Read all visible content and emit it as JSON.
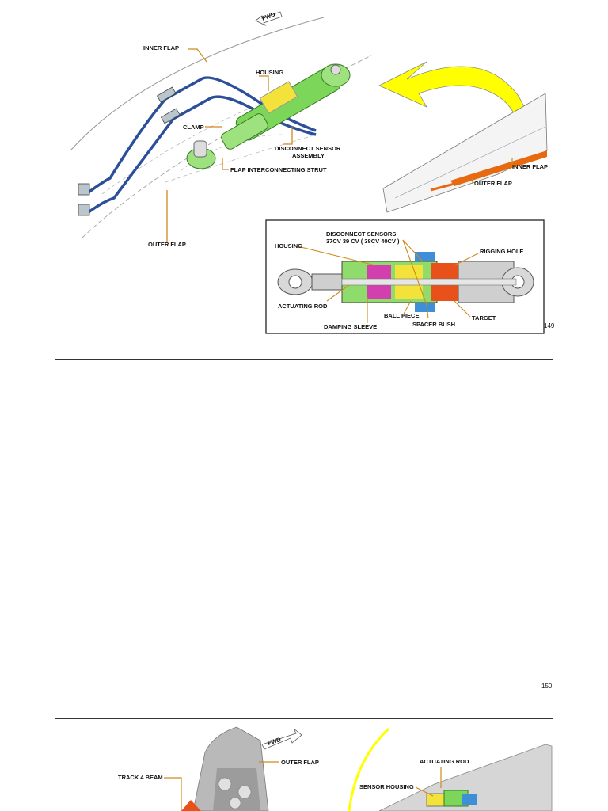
{
  "page1": {
    "fwd": "FWD",
    "labels": {
      "inner_flap": "INNER FLAP",
      "housing": "HOUSING",
      "clamp": "CLAMP",
      "disconnect_sensor_1": "DISCONNECT SENSOR",
      "disconnect_sensor_2": "ASSEMBLY",
      "strut": "FLAP INTERCONNECTING STRUT",
      "outer_flap": "OUTER FLAP",
      "wing_inner_flap": "INNER FLAP",
      "wing_outer_flap": "OUTER FLAP"
    },
    "inset": {
      "sensors_1": "DISCONNECT SENSORS",
      "sensors_2": "37CV 39 CV ( 38CV 40CV )",
      "housing": "HOUSING",
      "rigging_hole": "RIGGING HOLE",
      "actuating_rod": "ACTUATING ROD",
      "ball_piece": "BALL PIECE",
      "target": "TARGET",
      "damping_sleeve": "DAMPING SLEEVE",
      "spacer_bush": "SPACER BUSH"
    },
    "page_number": "149"
  },
  "page2": {
    "page_number": "150"
  },
  "page3": {
    "fwd": "FWD",
    "labels": {
      "outer_flap": "OUTER FLAP",
      "track_beam": "TRACK 4 BEAM",
      "actuating_rod": "ACTUATING ROD",
      "sensor_housing": "SENSOR HOUSING"
    }
  },
  "colors": {
    "leader": "#d08a1c",
    "hose": "#2b4f9a",
    "strut": "#6fd44a",
    "bracket": "#f2e23a",
    "arrow": "#ffff00",
    "flap_edge": "#e86a10"
  }
}
